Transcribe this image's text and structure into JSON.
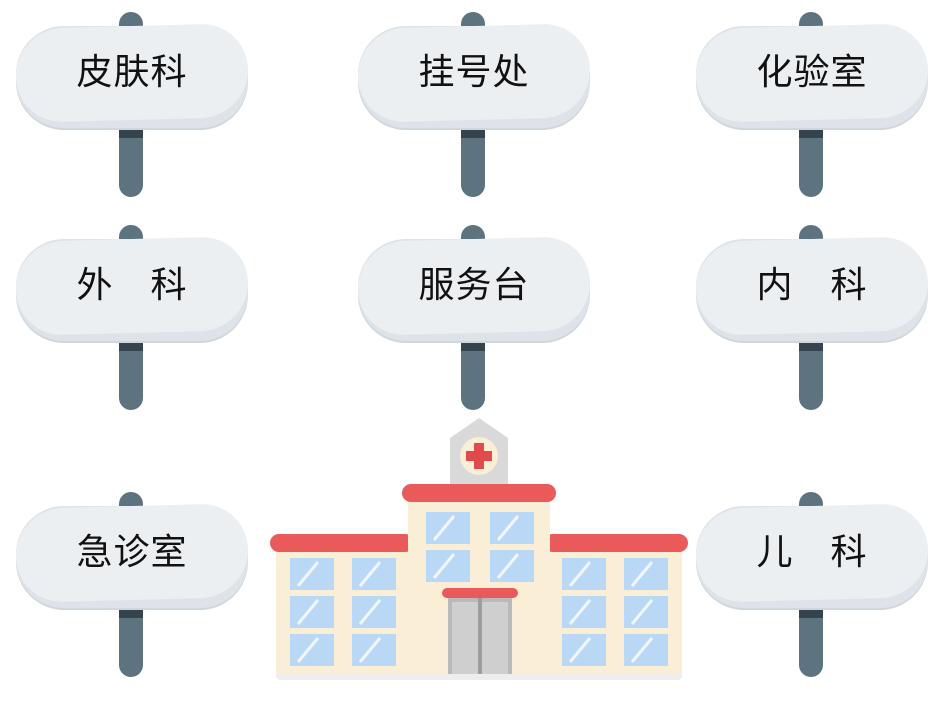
{
  "signs": [
    {
      "label": "皮肤科"
    },
    {
      "label": "挂号处"
    },
    {
      "label": "化验室"
    },
    {
      "label": "外　科"
    },
    {
      "label": "服务台"
    },
    {
      "label": "内　科"
    },
    {
      "label": "急诊室"
    },
    {
      "label": "儿　科"
    }
  ],
  "colors": {
    "post": "#5d7380",
    "post_shadow": "#34444e",
    "board": "#eceff2",
    "roof": "#ea5a5a",
    "building": "#fbeed7",
    "window": "#b9d8f5",
    "door": "#b9b9b9",
    "cross": "#e04a4a"
  }
}
